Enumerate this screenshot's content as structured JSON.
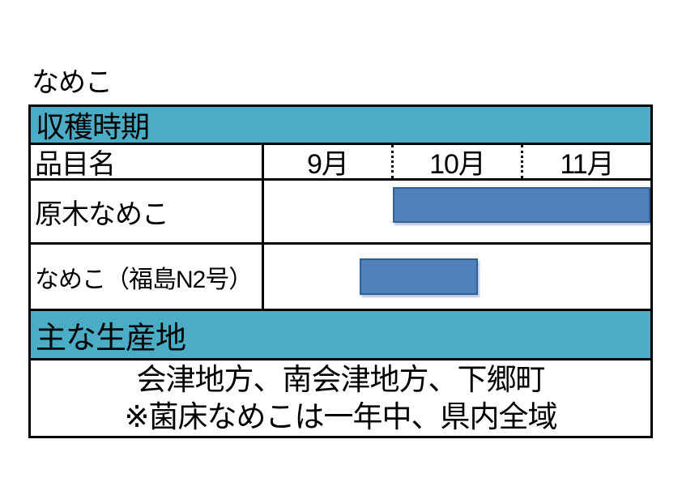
{
  "title": "なめこ",
  "table": {
    "harvest_header": "収穫時期",
    "item_column_header": "品目名",
    "production_header": "主な生産地",
    "production_lines": [
      "会津地方、南会津地方、下郷町",
      "※菌床なめこは一年中、県内全域"
    ]
  },
  "chart_data": {
    "type": "bar",
    "subtype": "gantt-timeline",
    "title": "収穫時期",
    "categories": [
      "9月",
      "10月",
      "11月"
    ],
    "axis_range_months": [
      0,
      3
    ],
    "grid": "dotted month dividers in header row only",
    "legend": "none",
    "rows": [
      {
        "label": "原木なめこ",
        "start_month_offset": 1.0,
        "end_month_offset": 3.0
      },
      {
        "label": "なめこ（福島N2号）",
        "start_month_offset": 0.74,
        "end_month_offset": 1.66
      }
    ]
  },
  "colors": {
    "section_header_bg": "#4BACC6",
    "bar_fill": "#4F81BD",
    "bar_border": "#365F91",
    "bar_shadow": "#C9DAF0",
    "table_border": "#000000",
    "background": "#FFFFFF",
    "text": "#000000"
  }
}
